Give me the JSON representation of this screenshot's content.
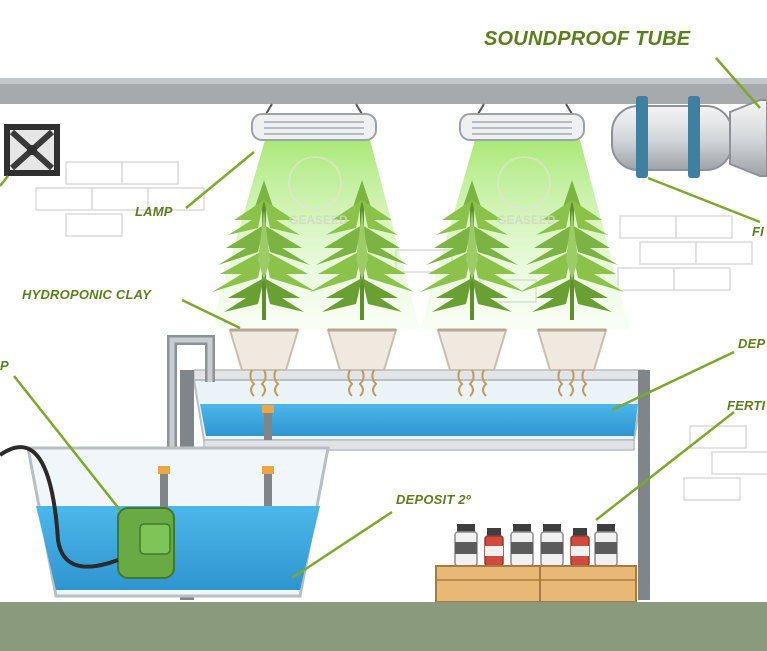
{
  "labels": {
    "soundproof_tube": "SOUNDPROOF TUBE",
    "lamp": "LAMP",
    "hydroponic_clay": "HYDROPONIC CLAY",
    "pump": "P",
    "deposit_1": "DEP",
    "fertilizer": "FERTI",
    "filter": "FI",
    "deposit_2": "DEPOSIT 2º"
  },
  "watermark": {
    "brand": "GEASEED"
  },
  "colors": {
    "label_green": "#5c7f1e",
    "ceiling_grey": "#a7aaac",
    "water_blue": "#3aa6dd",
    "light_cone": "#b8ec8c",
    "floor": "#8a9a7c",
    "plant_green": "#7cb342",
    "pump_green": "#6aaa45",
    "box_wood": "#e8b877"
  }
}
